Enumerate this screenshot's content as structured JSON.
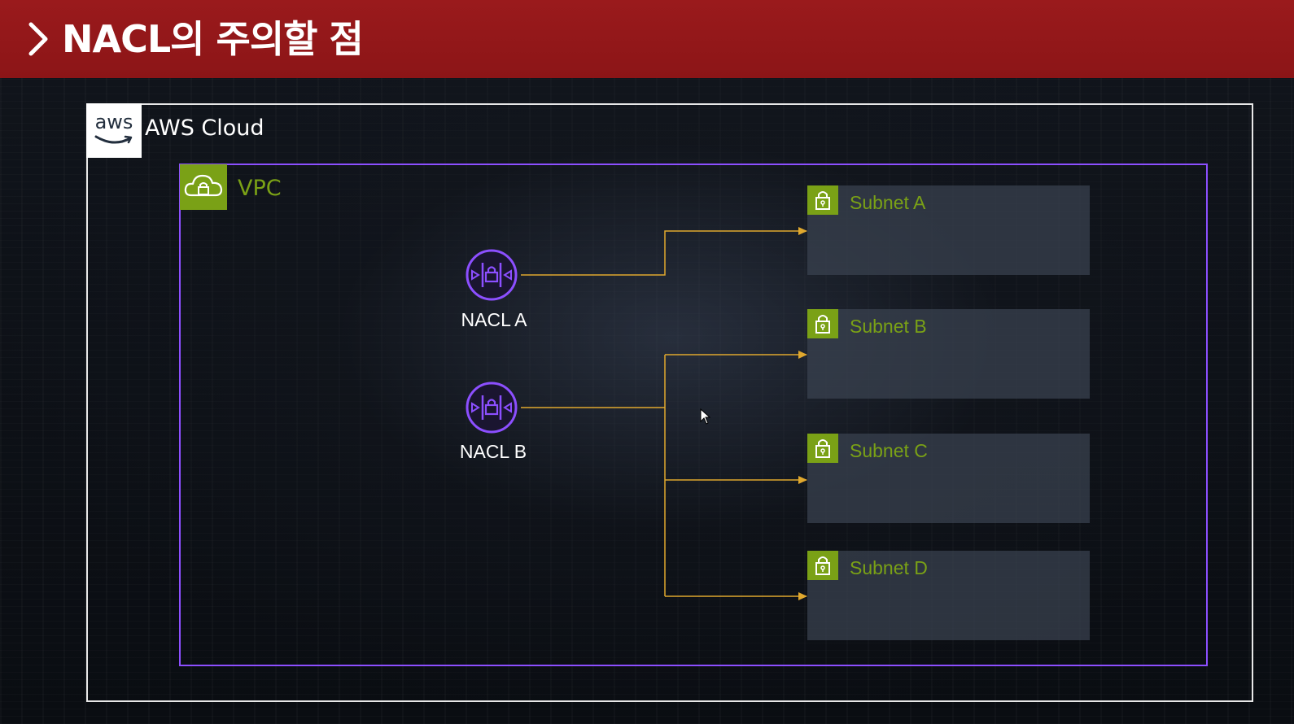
{
  "header": {
    "title": "NACL의 주의할 점",
    "chevron_icon": "chevron-right-icon",
    "background_color": "#8c1517"
  },
  "diagram": {
    "aws_cloud": {
      "logo_text": "aws",
      "label": "AWS Cloud",
      "border_color": "#e8e8e8"
    },
    "vpc": {
      "label": "VPC",
      "icon": "vpc-cloud-lock-icon",
      "border_color": "#8c4fff",
      "accent_color": "#7aa116"
    },
    "nacls": [
      {
        "label": "NACL A",
        "icon": "network-acl-icon"
      },
      {
        "label": "NACL B",
        "icon": "network-acl-icon"
      }
    ],
    "subnets": [
      {
        "label": "Subnet A",
        "icon": "subnet-lock-icon"
      },
      {
        "label": "Subnet B",
        "icon": "subnet-lock-icon"
      },
      {
        "label": "Subnet C",
        "icon": "subnet-lock-icon"
      },
      {
        "label": "Subnet D",
        "icon": "subnet-lock-icon"
      }
    ],
    "connections": [
      {
        "from": "NACL A",
        "to": [
          "Subnet A"
        ]
      },
      {
        "from": "NACL B",
        "to": [
          "Subnet B",
          "Subnet C",
          "Subnet D"
        ]
      }
    ],
    "connector_color": "#e0a82e",
    "nacl_color": "#8c4fff"
  }
}
